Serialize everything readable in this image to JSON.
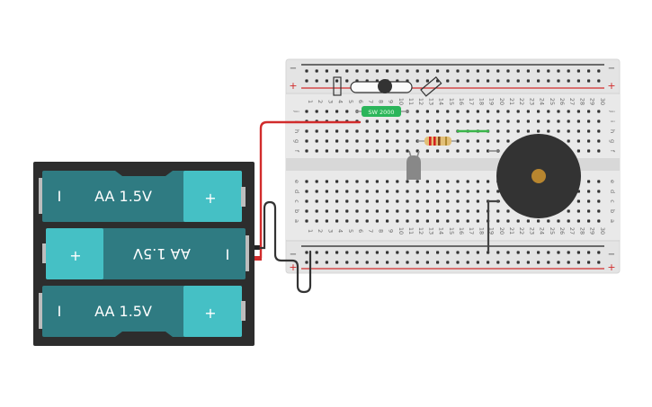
{
  "workspace": {
    "title": "Circuit workspace",
    "background": "#ffffff"
  },
  "breadboard": {
    "columns": 30,
    "rows_top": [
      "j",
      "i",
      "h",
      "g",
      "f"
    ],
    "rows_bottom": [
      "e",
      "d",
      "c",
      "b",
      "a"
    ],
    "rail_minus_label": "−",
    "rail_plus_label": "+",
    "colors": {
      "body": "#e4e4e4",
      "rail_plus": "#d12b2b",
      "rail_minus": "#222222",
      "hole": "#333333"
    }
  },
  "battery_pack": {
    "cells": [
      {
        "label": "AA 1.5V",
        "neg": "I",
        "pos": "+",
        "orientation": "normal"
      },
      {
        "label": "AA 1.5V",
        "neg": "I",
        "pos": "+",
        "orientation": "flipped"
      },
      {
        "label": "AA 1.5V",
        "neg": "I",
        "pos": "+",
        "orientation": "normal"
      }
    ],
    "colors": {
      "case": "#2d2d2d",
      "cell": "#2f7b82",
      "cap": "#45c0c5"
    }
  },
  "components": {
    "switch": {
      "name": "slide-switch"
    },
    "green_resistor": {
      "label": "SW 2000",
      "color": "#2bb55a"
    },
    "resistor": {
      "bands": [
        "#d42020",
        "#d42020",
        "#8a4a1a",
        "#b08a30"
      ]
    },
    "led": {
      "color": "#888888"
    },
    "buzzer": {
      "body": "#333333",
      "center": "#b8862f"
    }
  },
  "wires": [
    {
      "name": "red-wire",
      "color": "#d12b2b"
    },
    {
      "name": "black-wire",
      "color": "#333333"
    },
    {
      "name": "green-jumper",
      "color": "#3ab54a"
    },
    {
      "name": "buzzer-lead-wire",
      "color": "#444444"
    }
  ]
}
